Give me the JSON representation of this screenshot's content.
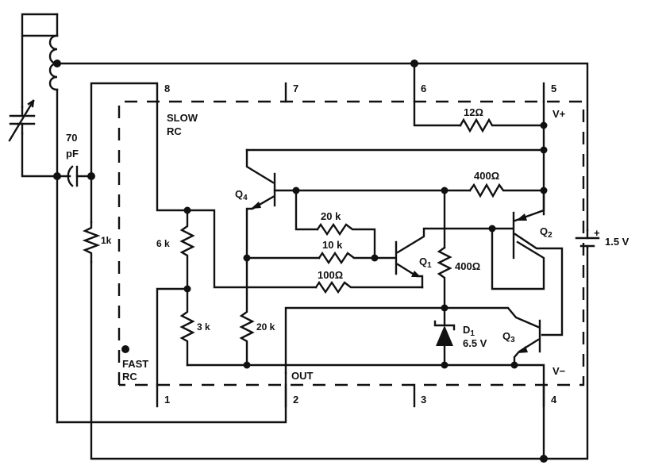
{
  "diagram": {
    "type": "circuit-schematic",
    "pins": [
      {
        "number": "1",
        "function": "FAST RC"
      },
      {
        "number": "2",
        "function": "OUT"
      },
      {
        "number": "3",
        "function": ""
      },
      {
        "number": "4",
        "function": "V−"
      },
      {
        "number": "5",
        "function": "V+"
      },
      {
        "number": "6",
        "function": ""
      },
      {
        "number": "7",
        "function": ""
      },
      {
        "number": "8",
        "function": "SLOW RC"
      }
    ],
    "labels": {
      "slow_rc_1": "SLOW",
      "slow_rc_2": "RC",
      "fast_rc_1": "FAST",
      "fast_rc_2": "RC",
      "out": "OUT",
      "vplus": "V+",
      "vminus": "V−"
    },
    "components": {
      "cap_external": {
        "value_1": "70",
        "value_2": "pF"
      },
      "r_1k": {
        "value": "1k"
      },
      "r_6k": {
        "value": "6 k"
      },
      "r_3k": {
        "value": "3 k"
      },
      "r_20k_vert": {
        "value": "20 k"
      },
      "r_20k_horiz": {
        "value": "20 k"
      },
      "r_10k": {
        "value": "10 k"
      },
      "r_100": {
        "value": "100Ω"
      },
      "r_12": {
        "value": "12Ω"
      },
      "r_400_top": {
        "value": "400Ω"
      },
      "r_400_mid": {
        "value": "400Ω"
      },
      "battery": {
        "value": "1.5 V",
        "polarity": "+"
      },
      "zener": {
        "name": "D",
        "sub": "1",
        "value": "6.5 V"
      },
      "q1": {
        "name": "Q",
        "sub": "1"
      },
      "q2": {
        "name": "Q",
        "sub": "2"
      },
      "q3": {
        "name": "Q",
        "sub": "3"
      },
      "q4": {
        "name": "Q",
        "sub": "4"
      }
    }
  }
}
